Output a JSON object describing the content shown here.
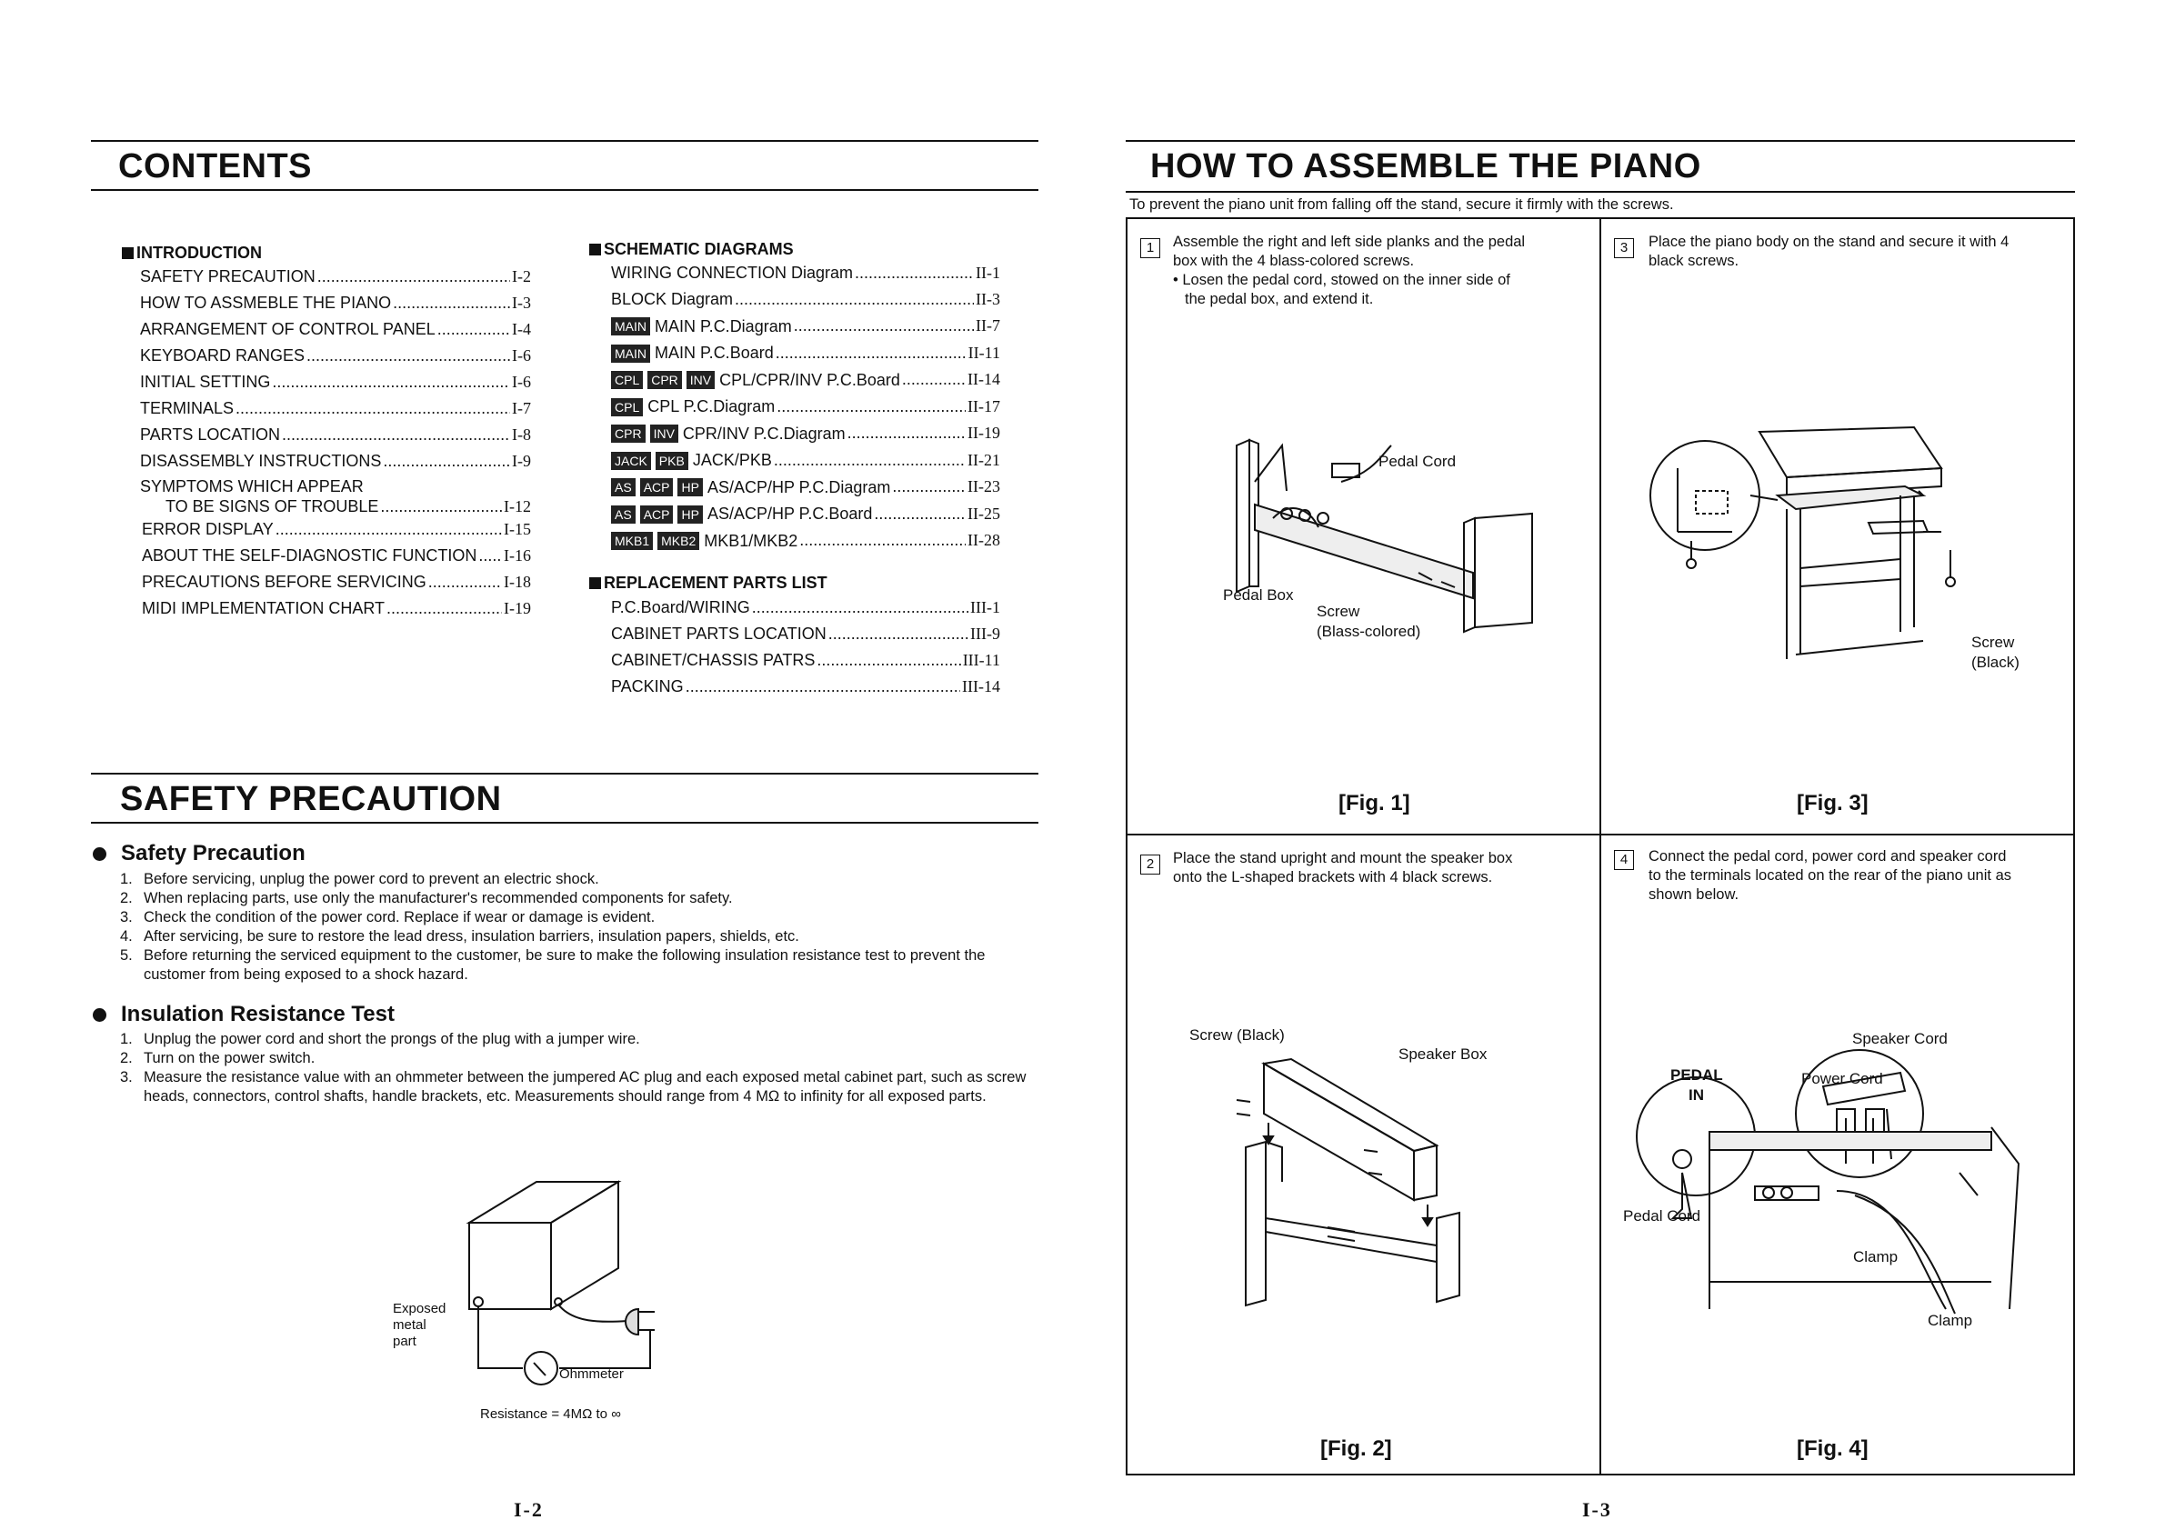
{
  "left": {
    "contents_title": "CONTENTS",
    "toc": {
      "introduction": {
        "heading": "INTRODUCTION",
        "items": [
          {
            "label": "SAFETY PRECAUTION",
            "page": "I-2"
          },
          {
            "label": "HOW TO ASSMEBLE THE PIANO",
            "page": "I-3"
          },
          {
            "label": "ARRANGEMENT OF CONTROL PANEL",
            "page": "I-4"
          },
          {
            "label": "KEYBOARD RANGES",
            "page": "I-6"
          },
          {
            "label": "INITIAL SETTING",
            "page": "I-6"
          },
          {
            "label": "TERMINALS",
            "page": "I-7"
          },
          {
            "label": "PARTS LOCATION",
            "page": "I-8"
          },
          {
            "label": "DISASSEMBLY INSTRUCTIONS",
            "page": "I-9"
          }
        ],
        "symptoms": {
          "line1": "SYMPTOMS WHICH APPEAR",
          "line2": "TO BE SIGNS OF TROUBLE",
          "page": "I-12"
        },
        "items2": [
          {
            "label": "ERROR DISPLAY",
            "page": "I-15"
          },
          {
            "label": "ABOUT THE SELF-DIAGNOSTIC FUNCTION",
            "page": "I-16"
          },
          {
            "label": "PRECAUTIONS BEFORE SERVICING",
            "page": "I-18"
          },
          {
            "label": "MIDI IMPLEMENTATION CHART",
            "page": "I-19"
          }
        ]
      },
      "schematic": {
        "heading": "SCHEMATIC DIAGRAMS",
        "items": [
          {
            "badges": [],
            "label": "WIRING CONNECTION Diagram",
            "page": "II-1"
          },
          {
            "badges": [],
            "label": "BLOCK Diagram",
            "page": "II-3"
          },
          {
            "badges": [
              "MAIN"
            ],
            "label": "MAIN P.C.Diagram",
            "page": "II-7"
          },
          {
            "badges": [
              "MAIN"
            ],
            "label": "MAIN P.C.Board",
            "page": "II-11"
          },
          {
            "badges": [
              "CPL",
              "CPR",
              "INV"
            ],
            "label": "CPL/CPR/INV P.C.Board",
            "page": "II-14"
          },
          {
            "badges": [
              "CPL"
            ],
            "label": "CPL P.C.Diagram",
            "page": "II-17"
          },
          {
            "badges": [
              "CPR",
              "INV"
            ],
            "label": "CPR/INV P.C.Diagram",
            "page": "II-19"
          },
          {
            "badges": [
              "JACK",
              "PKB"
            ],
            "label": "JACK/PKB",
            "page": "II-21"
          },
          {
            "badges": [
              "AS",
              "ACP",
              "HP"
            ],
            "label": "AS/ACP/HP P.C.Diagram",
            "page": "II-23"
          },
          {
            "badges": [
              "AS",
              "ACP",
              "HP"
            ],
            "label": "AS/ACP/HP P.C.Board",
            "page": "II-25"
          },
          {
            "badges": [
              "MKB1",
              "MKB2"
            ],
            "label": "MKB1/MKB2",
            "page": "II-28"
          }
        ]
      },
      "replacement": {
        "heading": "REPLACEMENT PARTS LIST",
        "items": [
          {
            "label": "P.C.Board/WIRING",
            "page": "III-1"
          },
          {
            "label": "CABINET PARTS LOCATION",
            "page": "III-9"
          },
          {
            "label": "CABINET/CHASSIS PATRS",
            "page": "III-11"
          },
          {
            "label": "PACKING",
            "page": "III-14"
          }
        ]
      }
    },
    "safety_title": "SAFETY PRECAUTION",
    "safety_sub": "Safety Precaution",
    "safety_items": [
      {
        "n": "1.",
        "text": "Before servicing, unplug the power cord to prevent an electric shock."
      },
      {
        "n": "2.",
        "text": "When replacing parts, use only the manufacturer's recommended components for safety."
      },
      {
        "n": "3.",
        "text": "Check the condition of the power cord.  Replace if wear or damage is evident."
      },
      {
        "n": "4.",
        "text": "After servicing, be sure to restore the lead dress, insulation barriers, insulation papers, shields, etc."
      },
      {
        "n": "5.",
        "text": "Before returning the serviced equipment to the customer, be sure to make the following insulation resistance test to prevent the customer from being exposed to a shock hazard."
      }
    ],
    "insulation_sub": "Insulation Resistance Test",
    "insulation_items": [
      {
        "n": "1.",
        "text": "Unplug the power cord and short the prongs of the plug with a jumper wire."
      },
      {
        "n": "2.",
        "text": "Turn on the power switch."
      },
      {
        "n": "3.",
        "text": "Measure the resistance value with an ohmmeter between the jumpered AC plug and each exposed metal cabinet part, such as screw heads, connectors, control shafts, handle brackets, etc. Measurements should range from 4 MΩ to infinity for all exposed parts."
      }
    ],
    "diagram": {
      "exposed1": "Exposed",
      "exposed2": "metal",
      "exposed3": "part",
      "ohmmeter": "Ohmmeter",
      "resistance": "Resistance = 4MΩ  to ∞"
    },
    "page_num": "I-2"
  },
  "right": {
    "title": "HOW TO ASSEMBLE THE PIANO",
    "intro": "To prevent the piano unit from falling off the stand, secure it firmly with the screws.",
    "steps": [
      {
        "num": "1",
        "lines": [
          "Assemble the right and left side planks and the pedal",
          "box with the 4 blass-colored screws."
        ],
        "bullet": "• Losen the pedal cord, stowed on the inner side of",
        "bullet2": "the pedal box, and extend it."
      },
      {
        "num": "2",
        "lines": [
          "Place the stand upright and mount the speaker box",
          "onto the L-shaped brackets with 4 black screws."
        ]
      },
      {
        "num": "3",
        "lines": [
          "Place the piano body on the stand and secure it with 4",
          "black screws."
        ]
      },
      {
        "num": "4",
        "lines": [
          "Connect the pedal cord, power cord and speaker cord",
          "to the terminals located on the rear of the piano unit as",
          "shown below."
        ]
      }
    ],
    "figs": {
      "fig1": "[Fig. 1]",
      "fig2": "[Fig. 2]",
      "fig3": "[Fig. 3]",
      "fig4": "[Fig. 4]"
    },
    "callouts": {
      "pedal_cord": "Pedal Cord",
      "pedal_box": "Pedal Box",
      "screw": "Screw",
      "blass": "(Blass-colored)",
      "screw_black": "Screw (Black)",
      "speaker_box": "Speaker Box",
      "screw3": "Screw",
      "black3": "(Black)",
      "speaker_cord": "Speaker Cord",
      "power_cord": "Power Cord",
      "pedal_in1": "PEDAL",
      "pedal_in2": "IN",
      "pedal_cord4": "Pedal Cord",
      "clamp1": "Clamp",
      "clamp2": "Clamp"
    },
    "page_num": "I-3"
  }
}
